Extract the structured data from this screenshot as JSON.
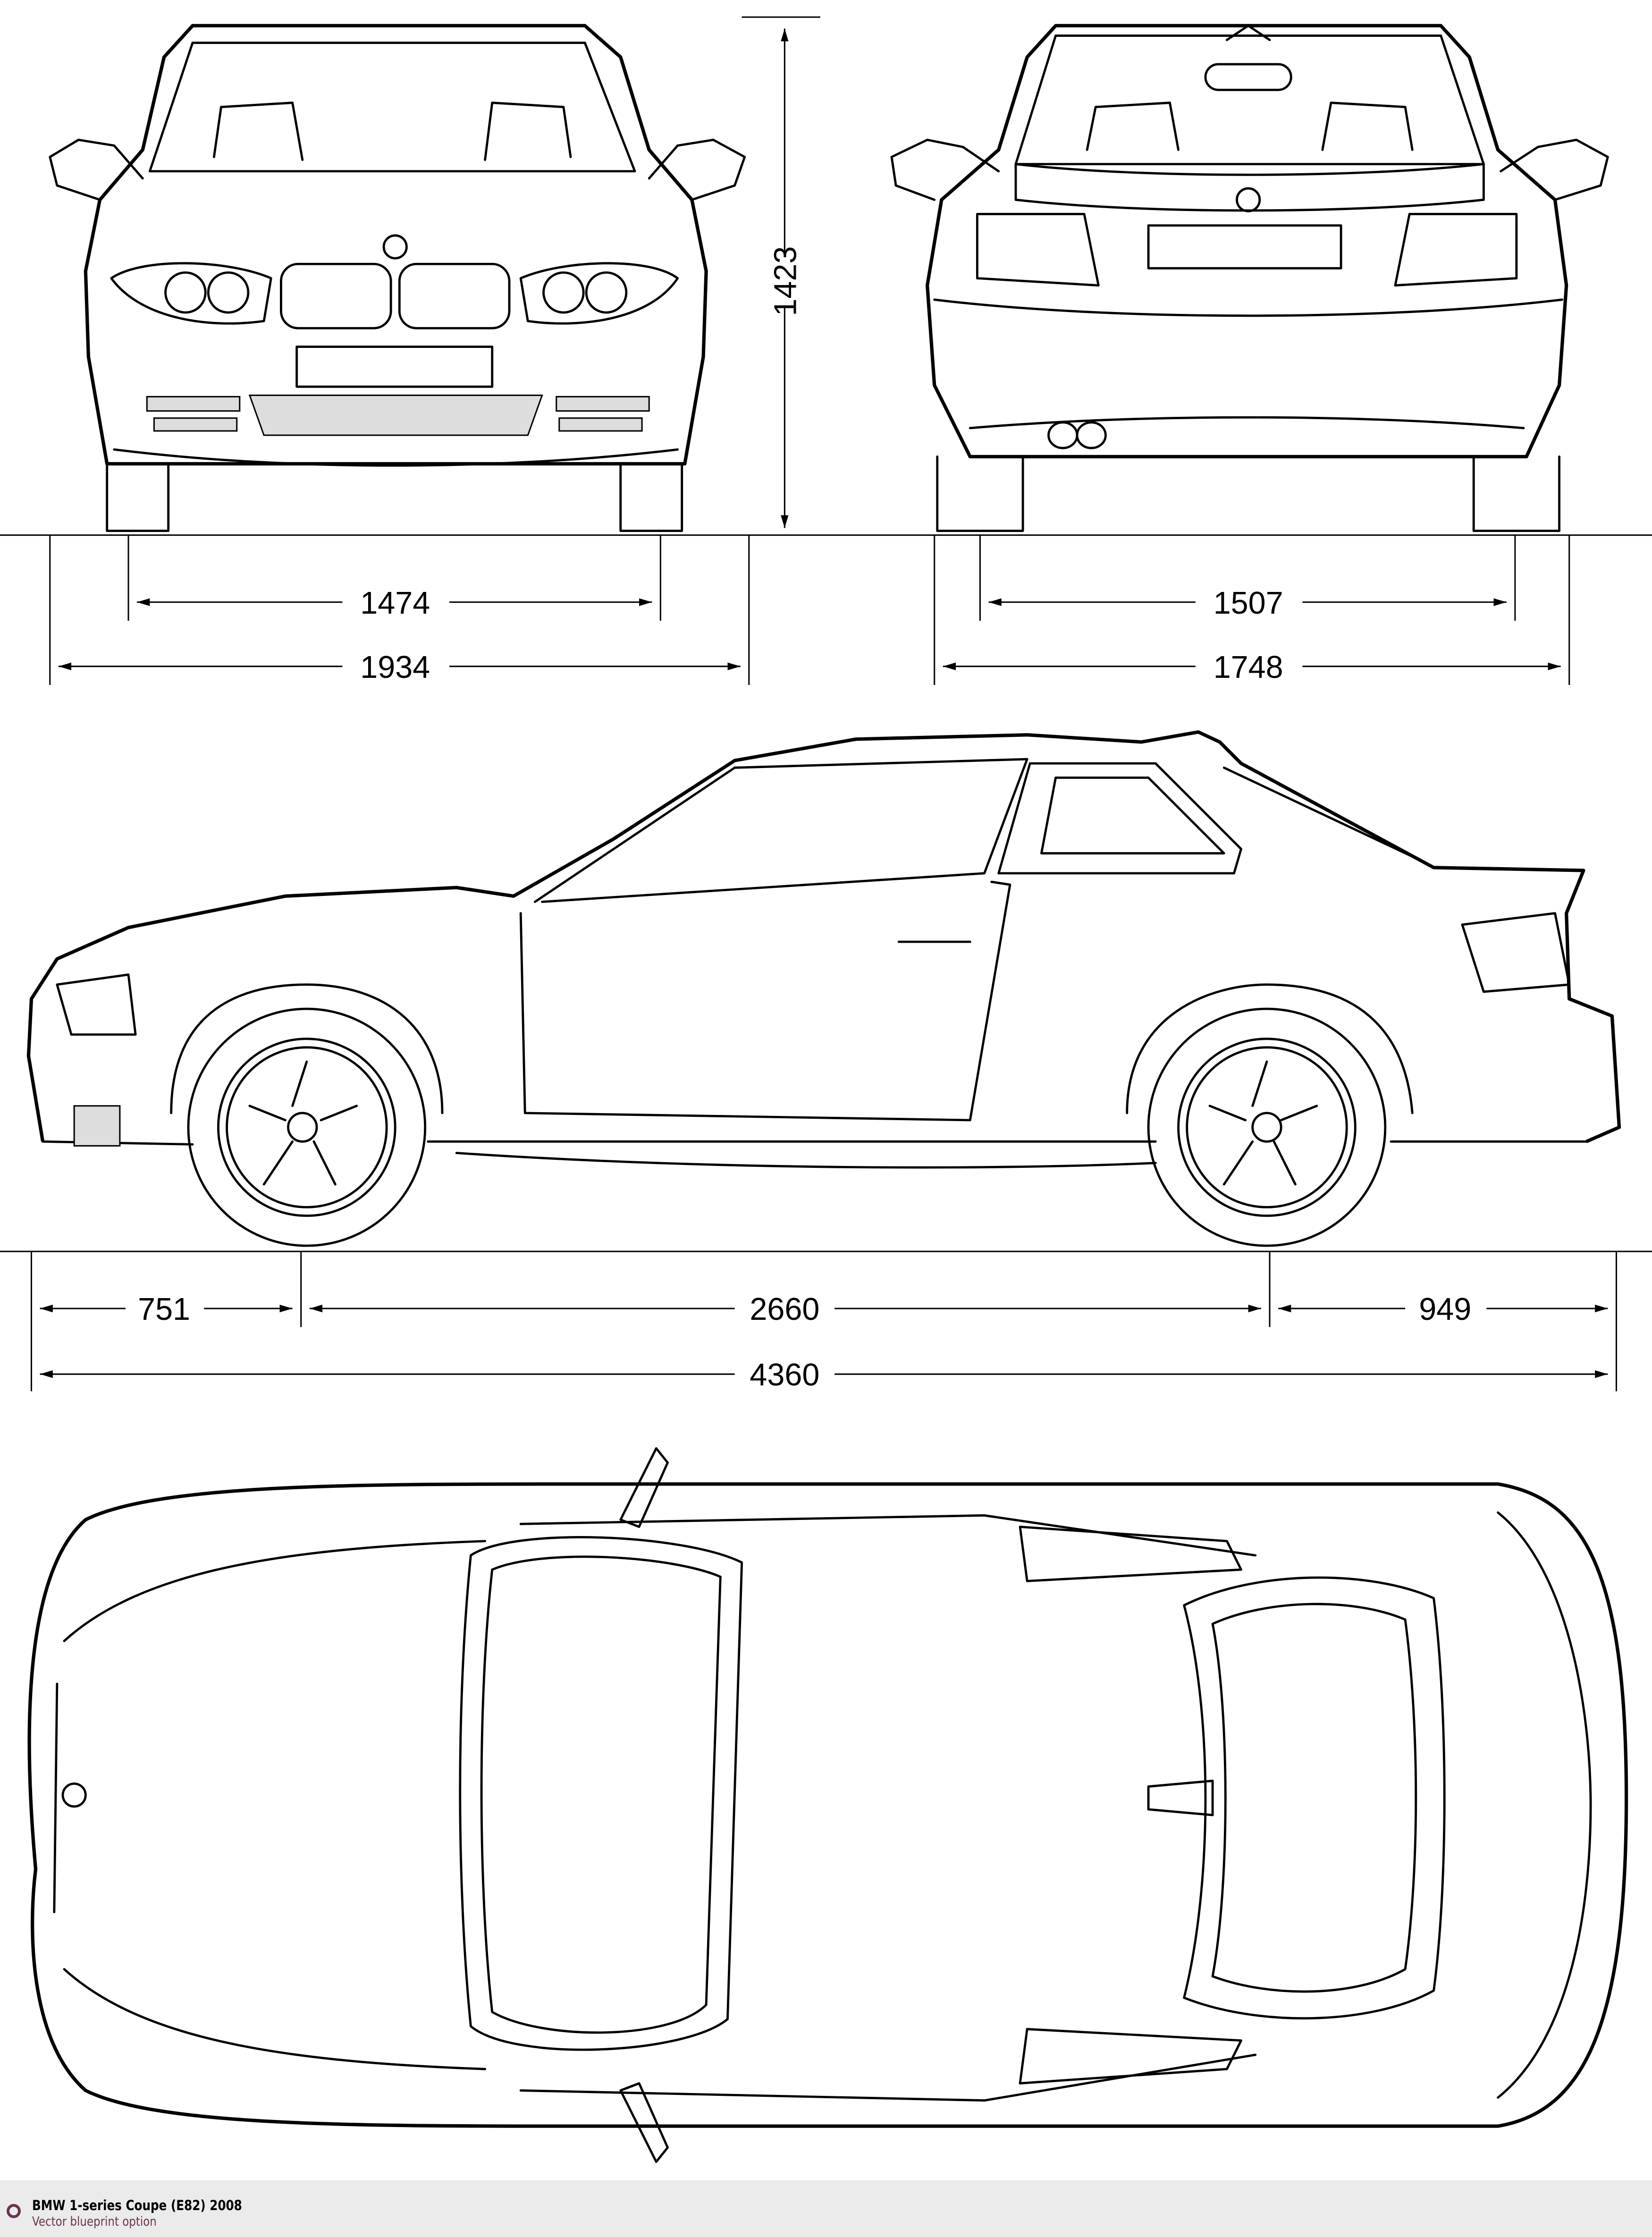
{
  "dimensions": {
    "front_track": "1474",
    "front_width": "1934",
    "height": "1423",
    "rear_track": "1507",
    "rear_width": "1748",
    "front_overhang": "751",
    "wheelbase": "2660",
    "rear_overhang": "949",
    "length": "4360"
  },
  "footer": {
    "title": "BMW 1-series Coupe (E82) 2008",
    "subtitle": "Vector blueprint option",
    "accent_color": "#6a3550"
  }
}
